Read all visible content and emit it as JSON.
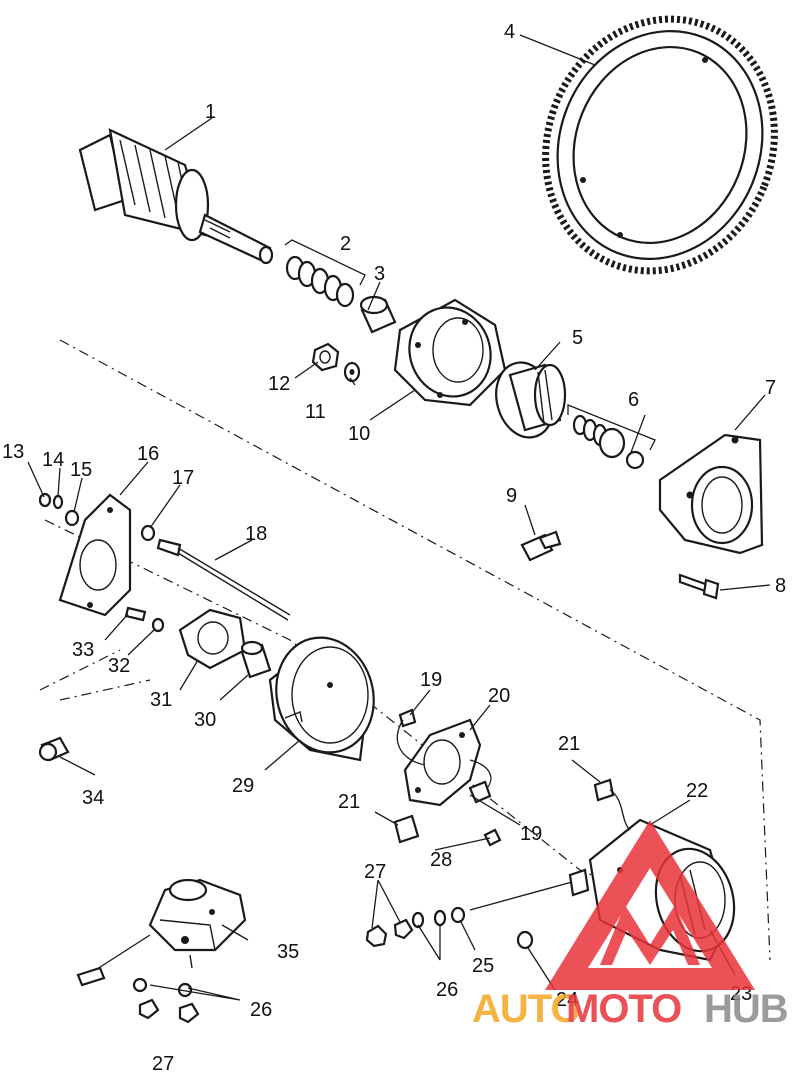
{
  "labels": {
    "l1": "1",
    "l2": "2",
    "l3": "3",
    "l4": "4",
    "l5": "5",
    "l6": "6",
    "l7": "7",
    "l8": "8",
    "l9": "9",
    "l10": "10",
    "l11": "11",
    "l12": "12",
    "l13": "13",
    "l14": "14",
    "l15": "15",
    "l16": "16",
    "l17": "17",
    "l18": "18",
    "l19a": "19",
    "l19b": "19",
    "l20": "20",
    "l21a": "21",
    "l21b": "21",
    "l22": "22",
    "l23": "23",
    "l24": "24",
    "l25": "25",
    "l26a": "26",
    "l26b": "26",
    "l27a": "27",
    "l27b": "27",
    "l28": "28",
    "l29": "29",
    "l30": "30",
    "l31": "31",
    "l32": "32",
    "l33": "33",
    "l34": "34",
    "l35": "35"
  },
  "watermark": {
    "part1": "AUTO",
    "part2": "MOTO",
    "part3": "HUB",
    "color_orange": "#f5a623",
    "color_red": "#e8333a",
    "color_gray": "#8a8a8a"
  }
}
